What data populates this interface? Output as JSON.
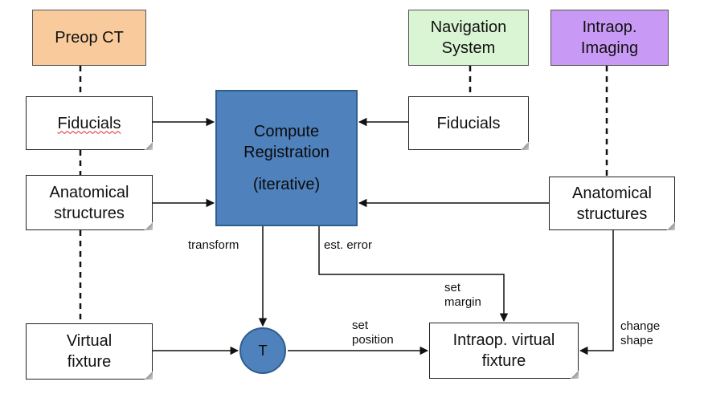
{
  "diagram": {
    "sources": {
      "preop_ct": {
        "label": "Preop CT",
        "color": "#f9cb9c"
      },
      "navigation_system": {
        "label": "Navigation\nSystem",
        "color": "#d9f5d3"
      },
      "intraop_imaging": {
        "label": "Intraop.\nImaging",
        "color": "#c99af5"
      }
    },
    "left_fiducials": {
      "label": "Fiducials"
    },
    "left_anatomical": {
      "label": "Anatomical\nstructures"
    },
    "virtual_fixture": {
      "label": "Virtual\nfixture"
    },
    "right_fiducials": {
      "label": "Fiducials"
    },
    "right_anatomical": {
      "label": "Anatomical\nstructures"
    },
    "compute": {
      "line1": "Compute",
      "line2": "Registration",
      "line3": "(iterative)",
      "color": "#4f81bd"
    },
    "transform_node": {
      "label": "T"
    },
    "intraop_fixture": {
      "label": "Intraop. virtual\nfixture"
    },
    "edge_labels": {
      "transform": "transform",
      "est_error": "est. error",
      "set_margin": "set\nmargin",
      "set_position": "set\nposition",
      "change_shape": "change\nshape"
    }
  }
}
